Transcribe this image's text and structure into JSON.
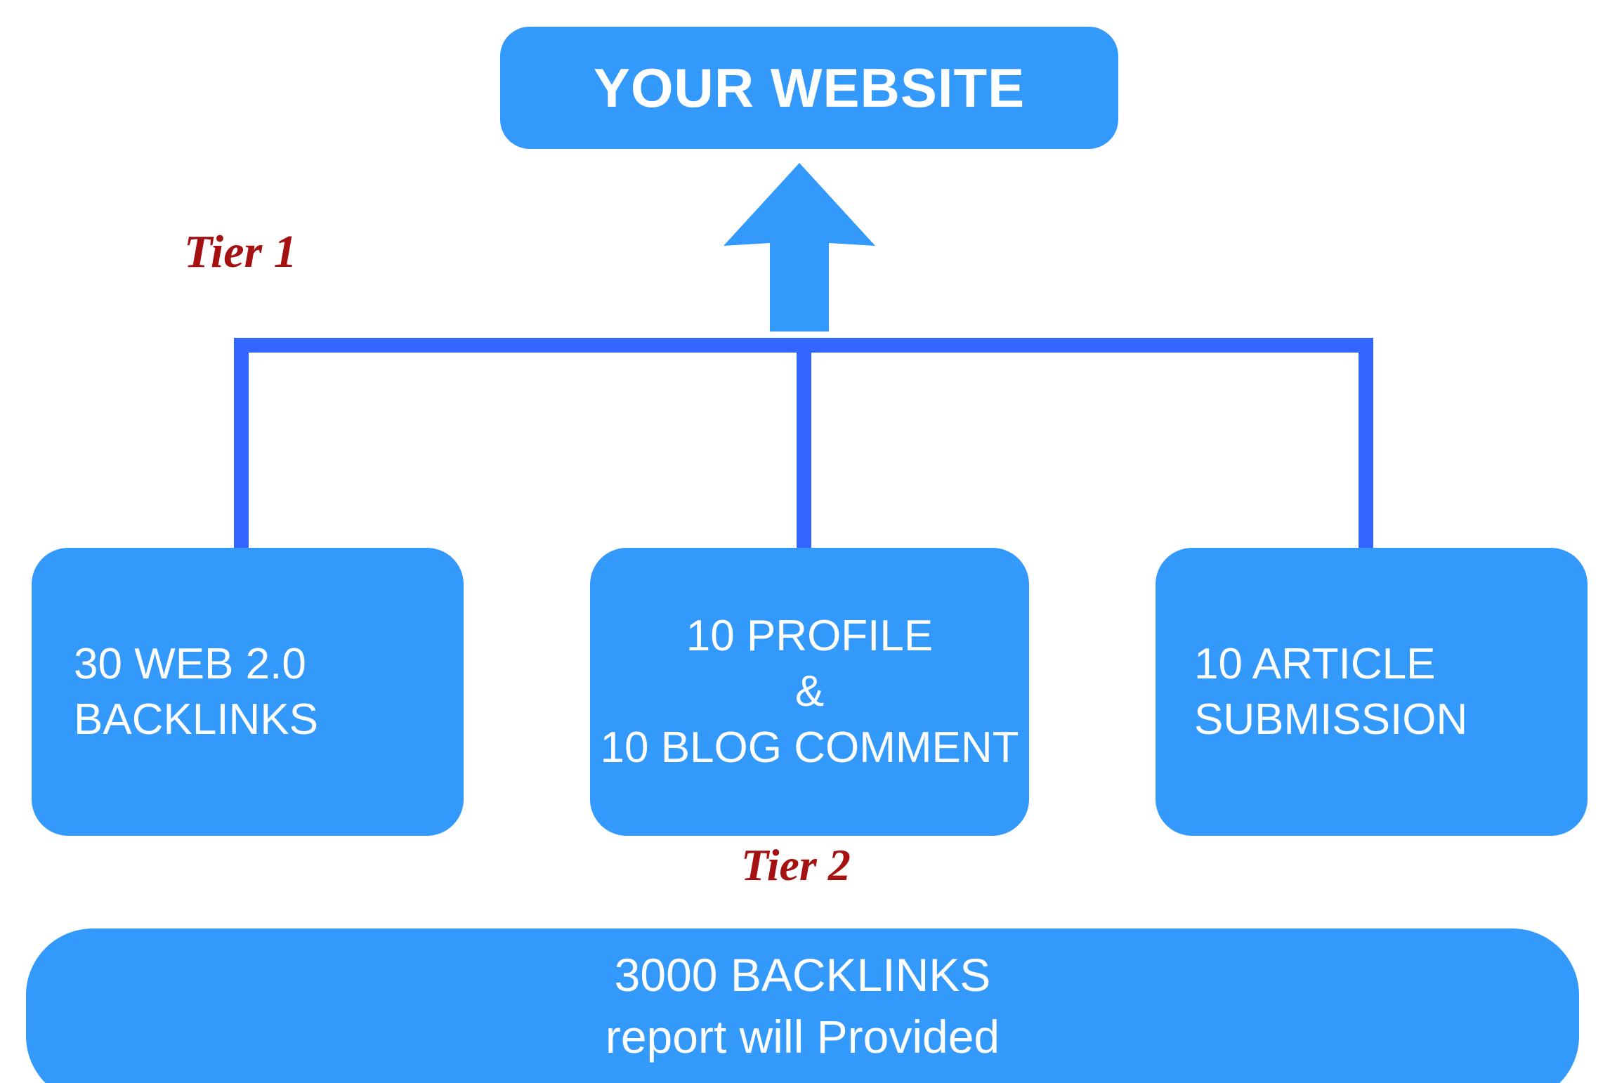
{
  "diagram": {
    "title": "YOUR WEBSITE",
    "colors": {
      "box_blue": "#3399FB",
      "line_blue": "#3366FE",
      "tier_red": "#A51010",
      "text_white": "#FFFFFF",
      "background": "#FFFFFF"
    },
    "top_node": {
      "label": "YOUR WEBSITE"
    },
    "arrow": {
      "name": "arrow-up",
      "direction": "up"
    },
    "tiers": [
      {
        "label": "Tier 1"
      },
      {
        "label": "Tier 2"
      }
    ],
    "tier1_nodes": [
      {
        "name": "web-2-0-backlinks",
        "lines": [
          "30 WEB 2.0",
          "BACKLINKS"
        ]
      },
      {
        "name": "profile-and-blog-comment",
        "lines": [
          "10 PROFILE",
          "&",
          "10 BLOG COMMENT"
        ]
      },
      {
        "name": "article-submission",
        "lines": [
          "10 ARTICLE",
          "SUBMISSION"
        ]
      }
    ],
    "tier2_node": {
      "name": "total-backlinks-report",
      "lines": [
        "3000 BACKLINKS",
        "report will Provided"
      ]
    }
  }
}
